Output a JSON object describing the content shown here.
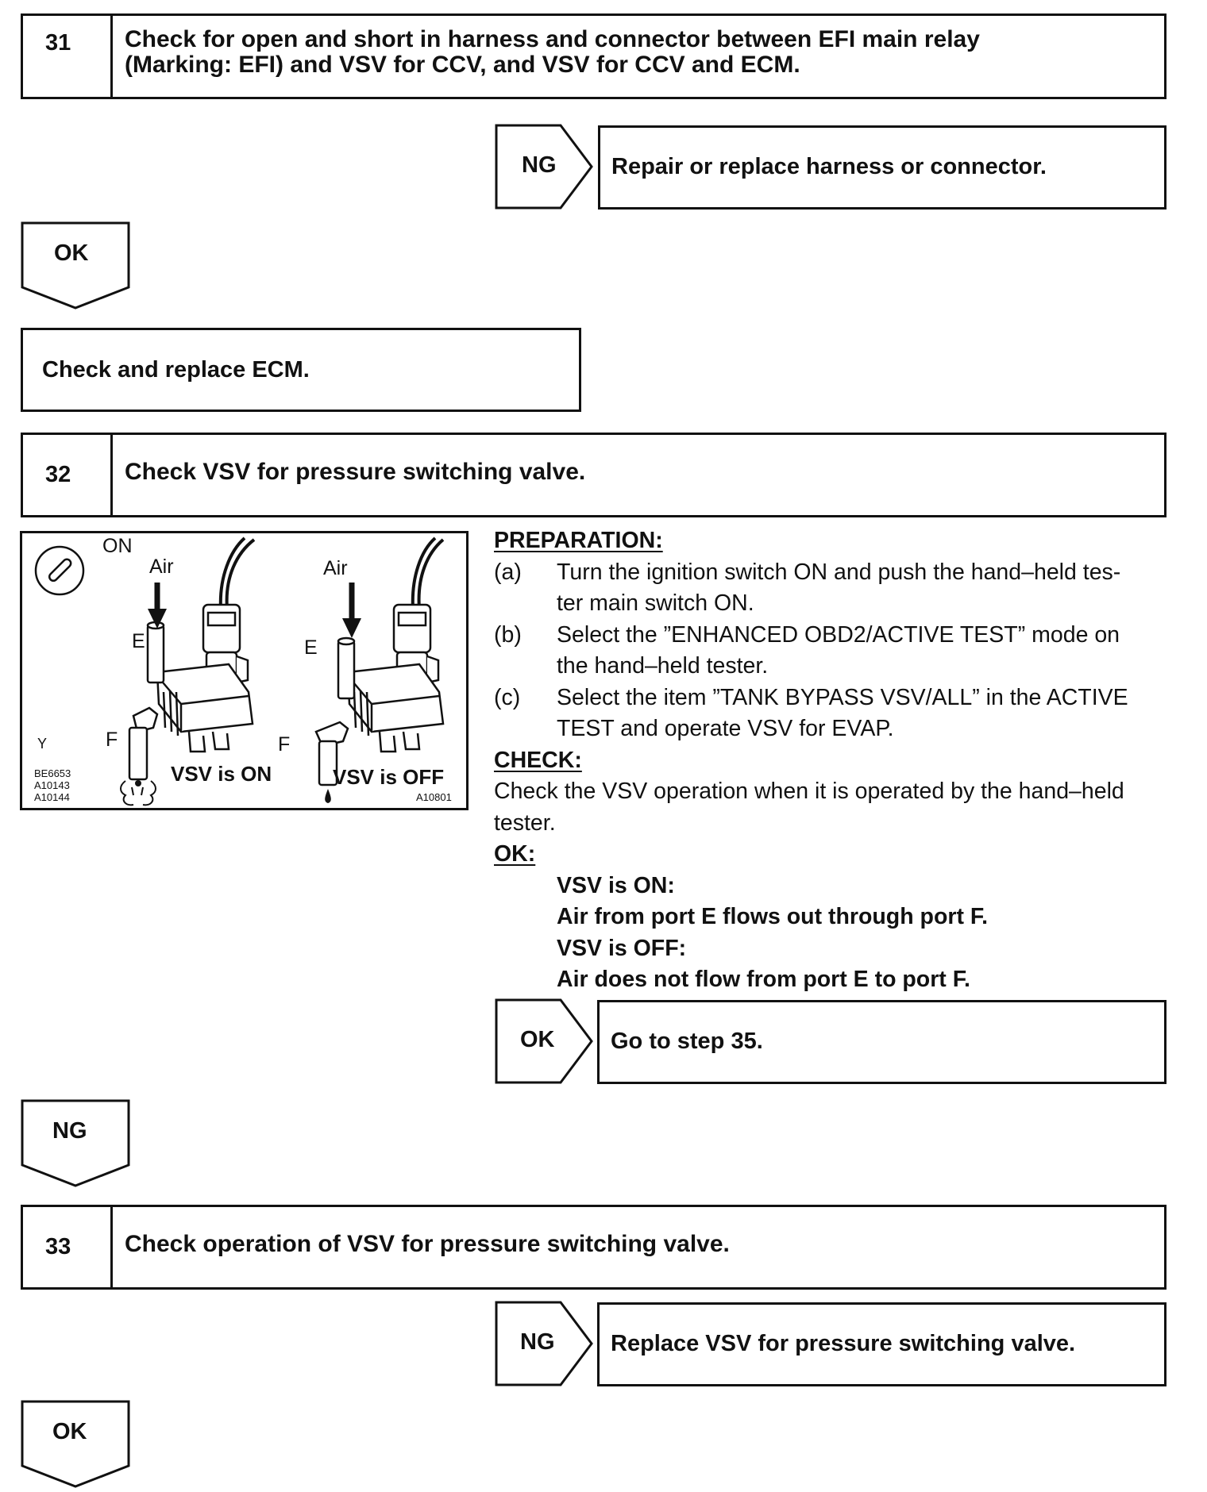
{
  "step31": {
    "number": "31",
    "title_line1": "Check for open and short in harness and connector between EFI main relay",
    "title_line2": "(Marking: EFI) and VSV for CCV, and VSV for CCV and ECM."
  },
  "step31_ng": {
    "tag": "NG",
    "text": "Repair or replace harness or connector."
  },
  "step31_ok": {
    "tag": "OK"
  },
  "replace_ecm": {
    "text": "Check and replace ECM."
  },
  "step32": {
    "number": "32",
    "title": "Check VSV for pressure switching valve."
  },
  "figure": {
    "on_label": "ON",
    "air_left": "Air",
    "air_right": "Air",
    "port_e_left": "E",
    "port_e_right": "E",
    "port_f_left": "F",
    "port_f_right": "F",
    "y_label": "Y",
    "vsv_on": "VSV is ON",
    "vsv_off": "VSV is OFF",
    "codes": [
      "BE6653",
      "A10143",
      "A10144"
    ],
    "code_right": "A10801"
  },
  "instructions": {
    "preparation_heading": "PREPARATION:",
    "items": [
      {
        "marker": "(a)",
        "line1": "Turn the ignition switch ON and push the hand–held tes-",
        "line2": "ter main switch ON."
      },
      {
        "marker": "(b)",
        "line1": "Select the ”ENHANCED OBD2/ACTIVE TEST” mode on",
        "line2": "the hand–held tester."
      },
      {
        "marker": "(c)",
        "line1": "Select the item ”TANK BYPASS VSV/ALL” in the ACTIVE",
        "line2": "TEST and operate VSV for EVAP."
      }
    ],
    "check_heading": "CHECK:",
    "check_line1": "Check the VSV operation when it is operated by the hand–held",
    "check_line2": "tester.",
    "ok_heading": "OK:",
    "ok_lines": [
      "VSV is ON:",
      "Air from port E flows out through port F.",
      "VSV is OFF:",
      "Air does not flow from port E to port F."
    ]
  },
  "step32_ok": {
    "tag": "OK",
    "text": "Go to step 35."
  },
  "step32_ng": {
    "tag": "NG"
  },
  "step33": {
    "number": "33",
    "title": "Check operation of VSV for pressure switching valve."
  },
  "step33_ng": {
    "tag": "NG",
    "text": "Replace VSV for pressure switching valve."
  },
  "step33_ok": {
    "tag": "OK"
  }
}
